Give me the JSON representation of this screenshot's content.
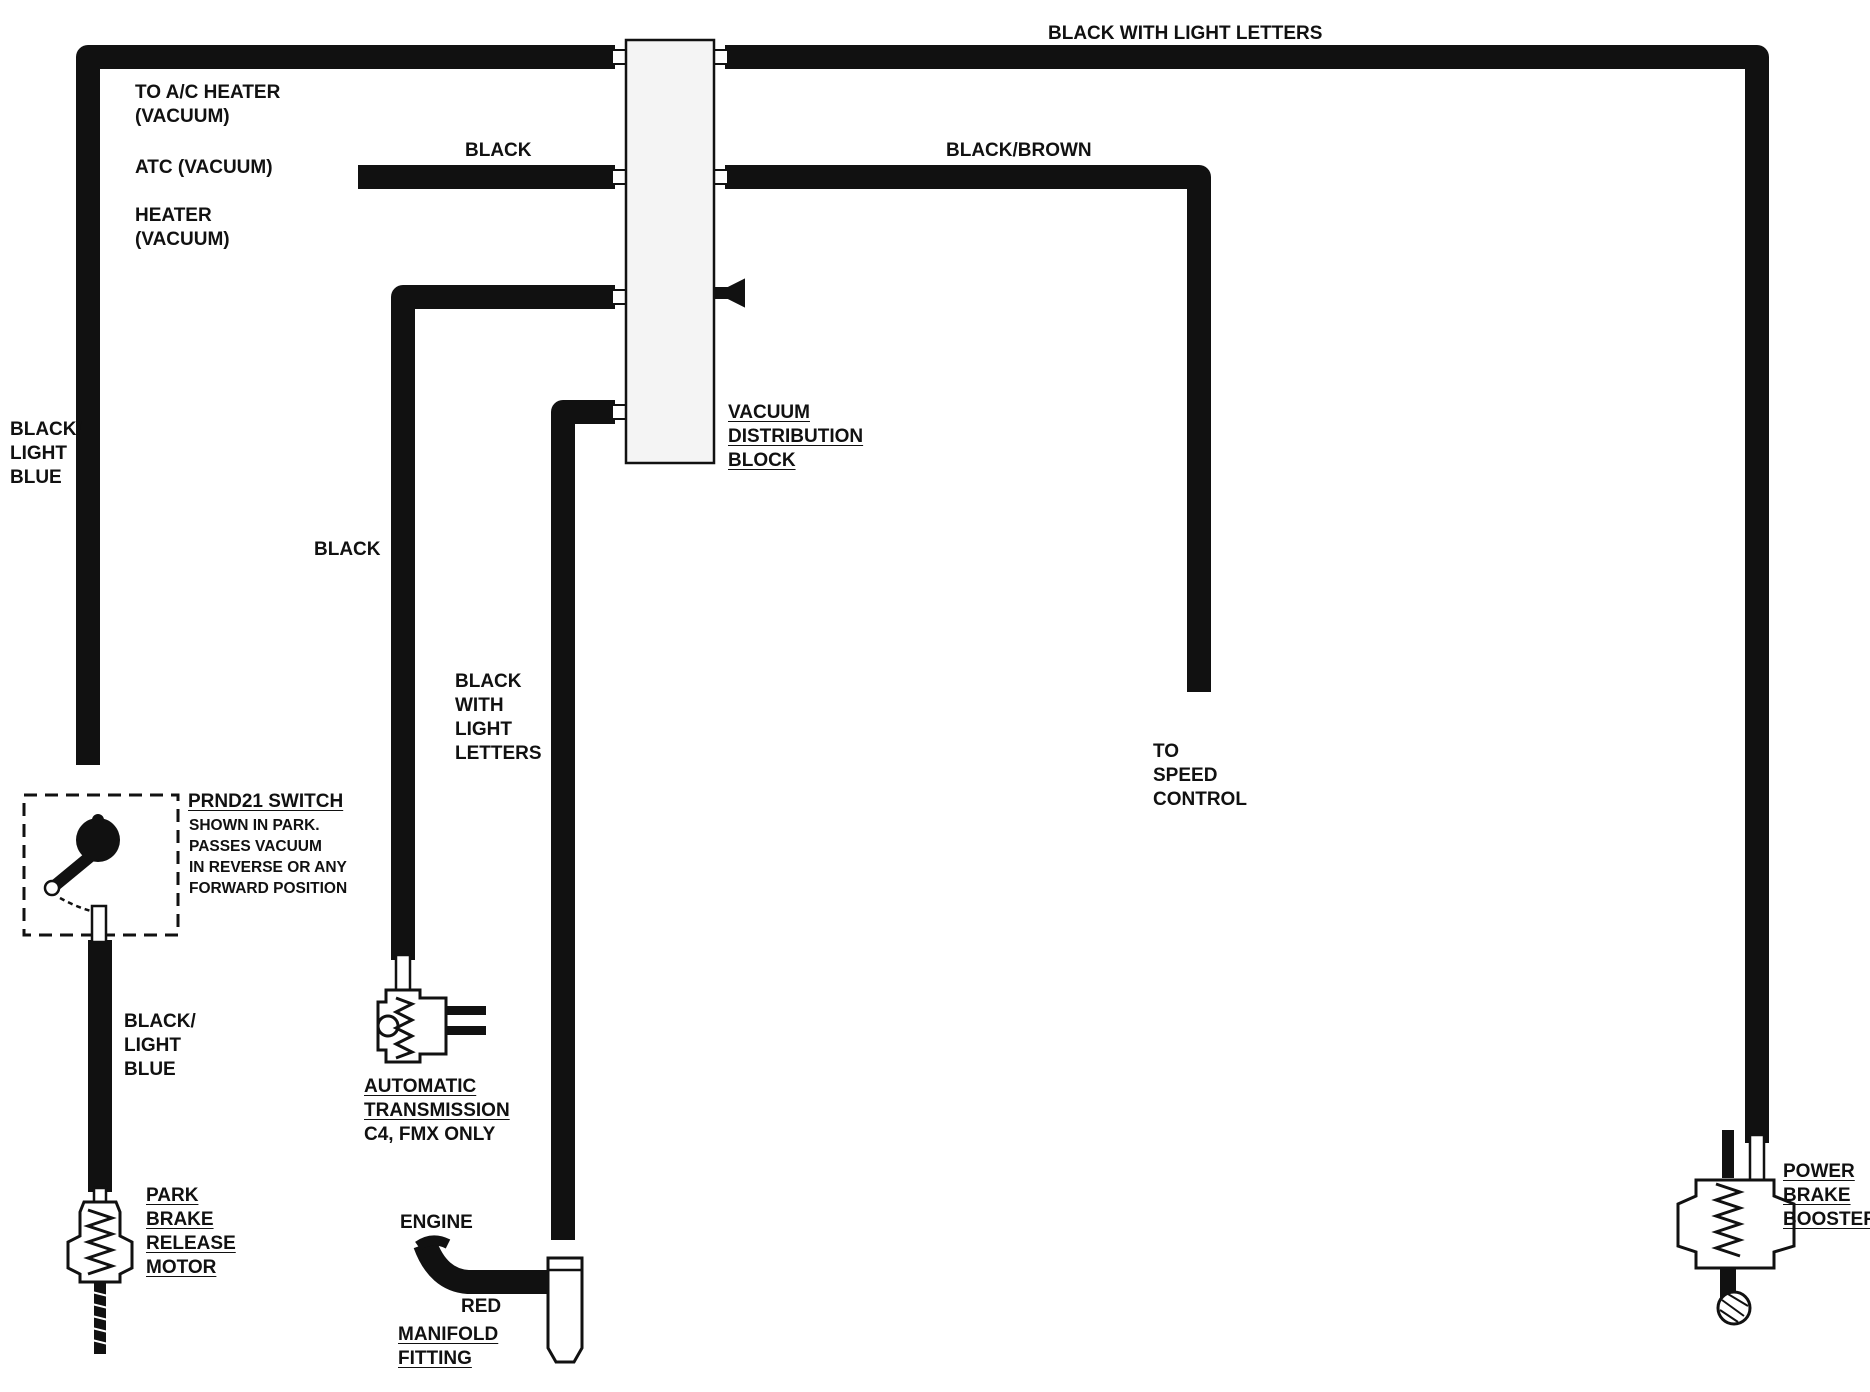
{
  "colors": {
    "hose": "#111111",
    "background": "#ffffff",
    "block_fill": "#f4f4f4"
  },
  "labels": {
    "top_hose": "BLACK WITH LIGHT LETTERS",
    "ac_heater": [
      "TO A/C HEATER",
      "(VACUUM)"
    ],
    "atc": "ATC (VACUUM)",
    "heater": [
      "HEATER",
      "(VACUUM)"
    ],
    "atc_hose": "BLACK",
    "speed_hose": "BLACK/BROWN",
    "left_hose_upper": [
      "BLACK/",
      "LIGHT",
      "BLUE"
    ],
    "trans_hose": "BLACK",
    "manifold_hose": [
      "BLACK",
      "WITH",
      "LIGHT",
      "LETTERS"
    ],
    "distribution_block": [
      "VACUUM",
      "DISTRIBUTION",
      "BLOCK"
    ],
    "speed_control": [
      "TO",
      "SPEED",
      "CONTROL"
    ],
    "prnd21_title": "PRND21 SWITCH",
    "prnd21_desc": [
      "SHOWN IN PARK.",
      "PASSES VACUUM",
      "IN REVERSE OR ANY",
      "FORWARD POSITION"
    ],
    "left_hose_lower": [
      "BLACK/",
      "LIGHT",
      "BLUE"
    ],
    "automatic_transmission": [
      "AUTOMATIC",
      "TRANSMISSION"
    ],
    "trans_models": "C4, FMX ONLY",
    "park_brake": [
      "PARK",
      "BRAKE",
      "RELEASE",
      "MOTOR"
    ],
    "engine": "ENGINE",
    "red_hose": "RED",
    "manifold_fitting": [
      "MANIFOLD",
      "FITTING"
    ],
    "power_brake": [
      "POWER",
      "BRAKE",
      "BOOSTER"
    ]
  }
}
